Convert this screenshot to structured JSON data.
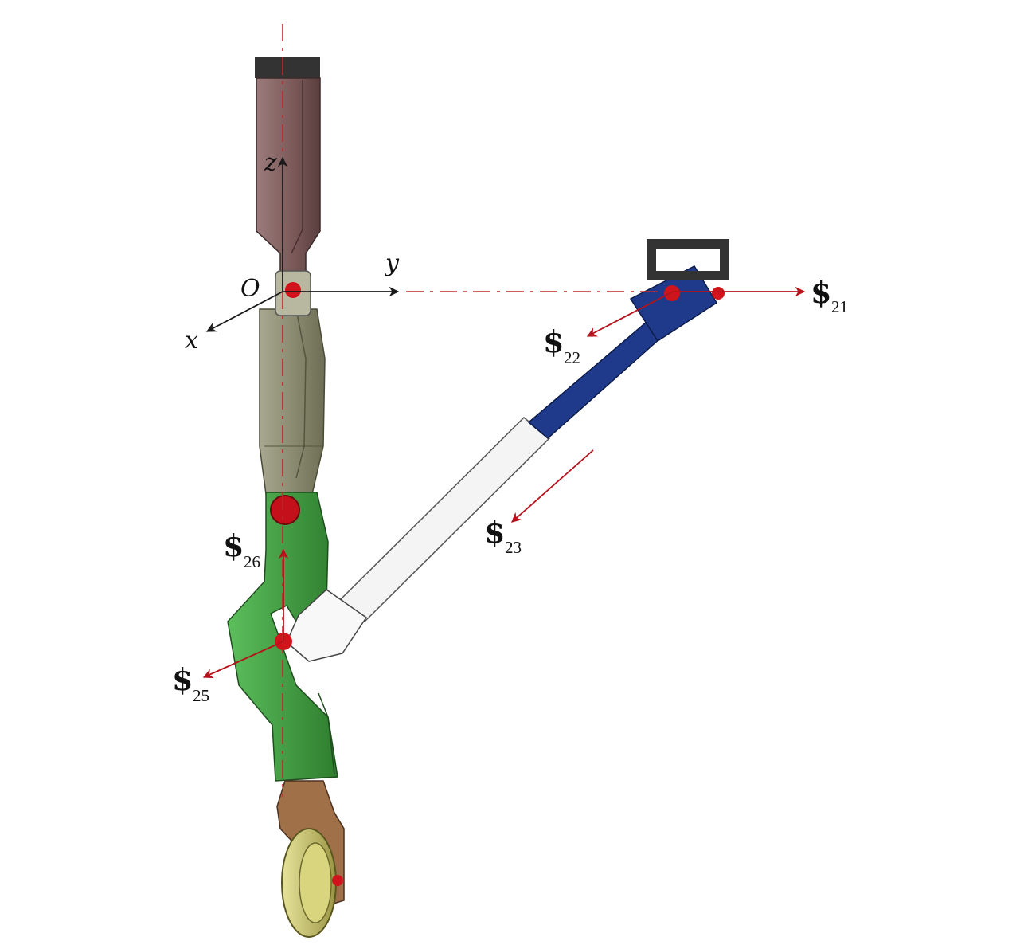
{
  "diagram": {
    "origin_label": "O",
    "axes": {
      "x": "x",
      "y": "y",
      "z": "z"
    },
    "screw_symbol": "$",
    "screws": [
      {
        "id": "s21",
        "subscript": "21"
      },
      {
        "id": "s22",
        "subscript": "22"
      },
      {
        "id": "s23",
        "subscript": "23"
      },
      {
        "id": "s25",
        "subscript": "25"
      },
      {
        "id": "s26",
        "subscript": "26"
      }
    ],
    "colors": {
      "axis_dash": "#c0272d",
      "arrow_red": "#b5121b",
      "arrow_black": "#1a1a1a",
      "upper_strut": "#7a5a5a",
      "middle_link": "#8a8a70",
      "lower_link": "#3f9a3f",
      "blue_rod": "#1f3a8a",
      "white_cylinder": "#f2f2f2",
      "wheel": "#c9c46a",
      "pin": "#d0141c"
    }
  }
}
